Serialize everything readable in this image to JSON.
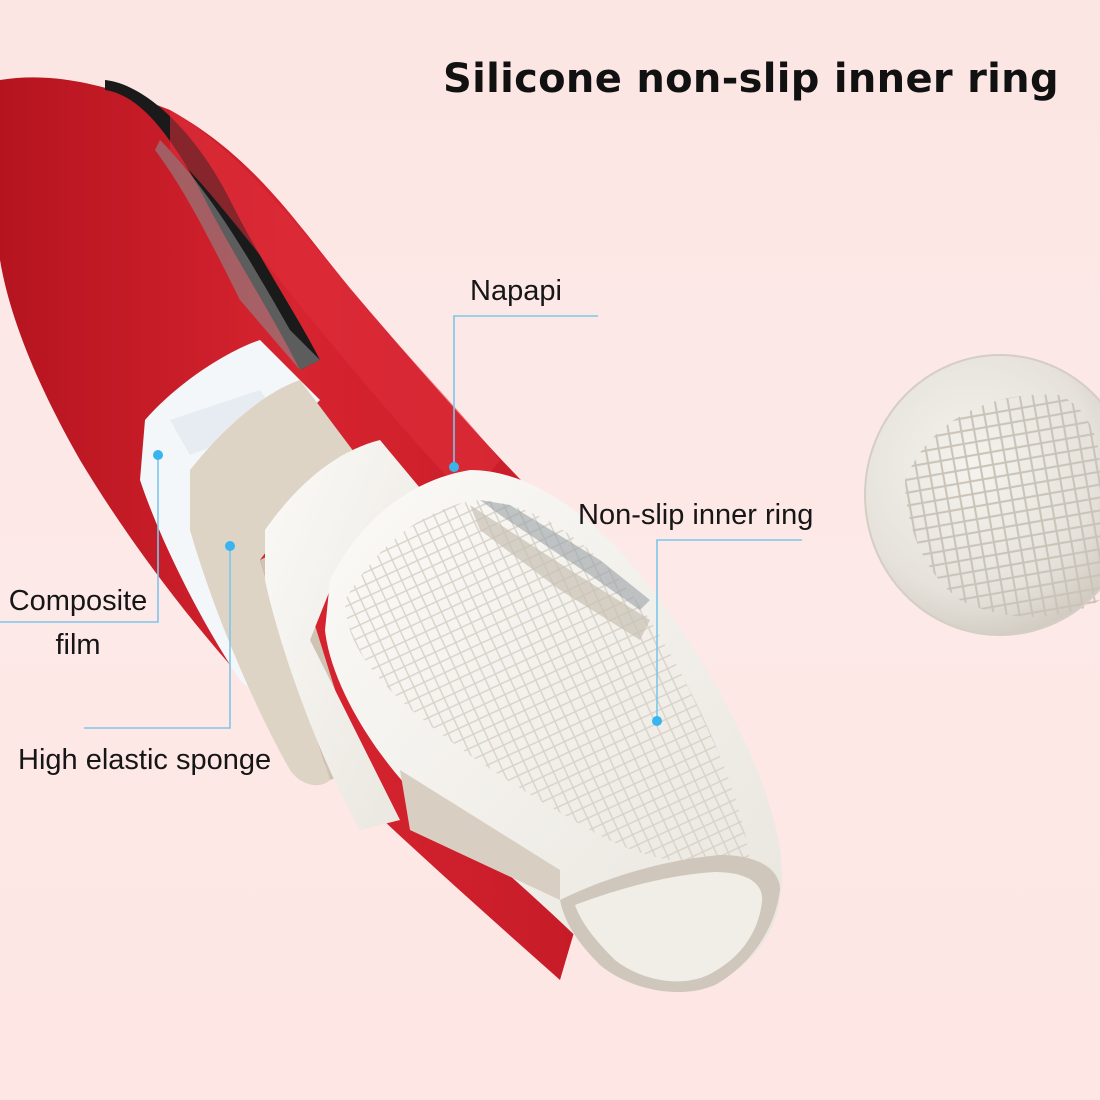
{
  "title": "Silicone non-slip inner ring",
  "labels": {
    "napapi": "Napapi",
    "non_slip_inner_ring": "Non-slip inner ring",
    "composite_film_line1": "Composite",
    "composite_film_line2": "film",
    "high_elastic_sponge": "High elastic sponge"
  },
  "colors": {
    "background": "#fde8e6",
    "leather_red": "#cf1f2b",
    "leader_line": "#7ec6ea",
    "leader_dot": "#39b4ef",
    "inner_ring_white": "#f2efe9",
    "sponge_beige": "#dcd3c6"
  }
}
